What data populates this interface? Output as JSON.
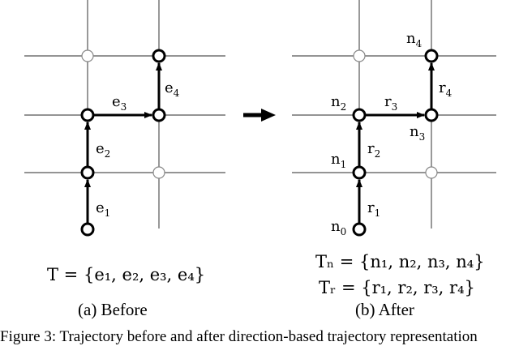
{
  "panel_a": {
    "edges": [
      {
        "base": "e",
        "sub": "1"
      },
      {
        "base": "e",
        "sub": "2"
      },
      {
        "base": "e",
        "sub": "3"
      },
      {
        "base": "e",
        "sub": "4"
      }
    ],
    "formula": "T = {e₁, e₂, e₃, e₄}",
    "caption": "(a) Before"
  },
  "panel_b": {
    "nodes": [
      {
        "base": "n",
        "sub": "0"
      },
      {
        "base": "n",
        "sub": "1"
      },
      {
        "base": "n",
        "sub": "2"
      },
      {
        "base": "n",
        "sub": "3"
      },
      {
        "base": "n",
        "sub": "4"
      }
    ],
    "edges": [
      {
        "base": "r",
        "sub": "1"
      },
      {
        "base": "r",
        "sub": "2"
      },
      {
        "base": "r",
        "sub": "3"
      },
      {
        "base": "r",
        "sub": "4"
      }
    ],
    "formula_n": "Tₙ = {n₁, n₂, n₃, n₄}",
    "formula_r": "Tᵣ = {r₁, r₂, r₃, r₄}",
    "caption": "(b) After"
  },
  "figure_caption": "Figure 3: Trajectory before and after direction-based trajectory representation"
}
